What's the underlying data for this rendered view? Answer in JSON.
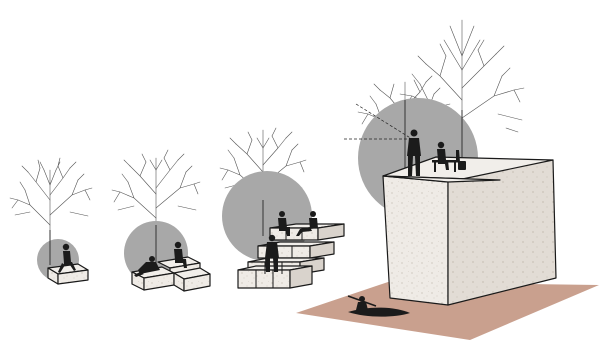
{
  "colors": {
    "shade_disc": "#a8a8a8",
    "stone": "#efebe6",
    "ground": "#c9a08e",
    "figures": "#1b1b1b",
    "tree_lines": "#555555"
  },
  "scenes": [
    {
      "name": "single-block",
      "blocks": 1,
      "figures": 1
    },
    {
      "name": "small-step-cluster",
      "blocks": 3,
      "figures": 2
    },
    {
      "name": "medium-step-cluster",
      "blocks": 8,
      "figures": 3
    },
    {
      "name": "large-block-with-ground",
      "blocks": 1,
      "figures": 3
    }
  ]
}
